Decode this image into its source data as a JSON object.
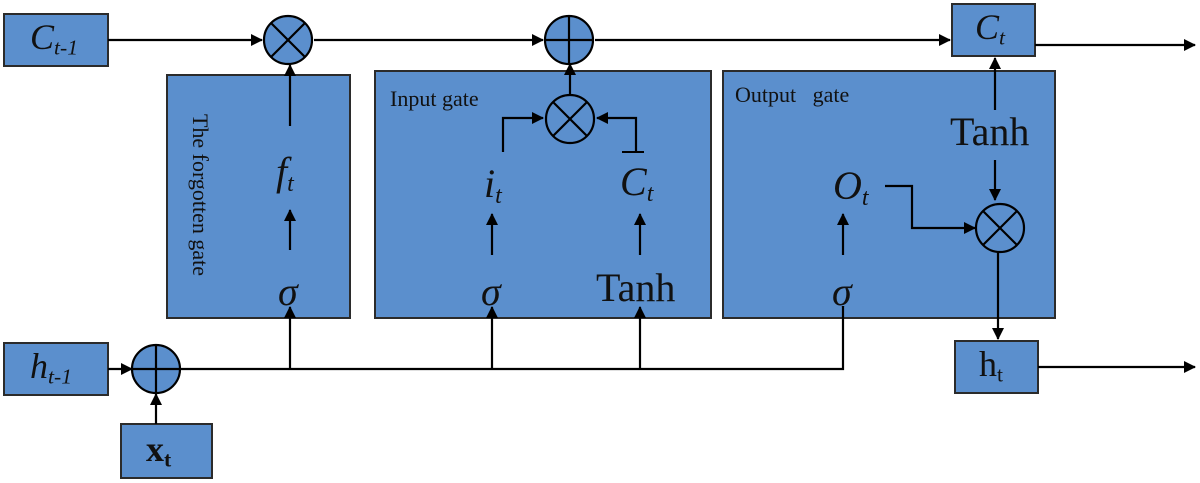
{
  "colors": {
    "box_fill": "#5b8fcd",
    "box_stroke": "#2b2b2b",
    "line": "#000000",
    "background": "#ffffff"
  },
  "inputs": {
    "c_prev": {
      "main": "C",
      "sub": "t-1"
    },
    "h_prev": {
      "main": "h",
      "sub": "t-1"
    },
    "x": {
      "main": "x",
      "sub": "t"
    }
  },
  "outputs": {
    "c_t": {
      "main": "C",
      "sub": "t"
    },
    "h_t": {
      "main": "h",
      "sub": "t"
    }
  },
  "gates": {
    "forget": {
      "title": "The forgotten gate",
      "activation": "σ",
      "output_main": "f",
      "output_sub": "t"
    },
    "input": {
      "title": "Input gate",
      "activation_left": "σ",
      "activation_right": "Tanh",
      "left_main": "i",
      "left_sub": "t",
      "right_main": "C",
      "right_sub": "t"
    },
    "output": {
      "title": "Output   gate",
      "activation": "σ",
      "output_main": "O",
      "output_sub": "t",
      "cell_activation": "Tanh"
    }
  },
  "operators": {
    "multiply": "multiply-operator",
    "add": "add-operator"
  }
}
